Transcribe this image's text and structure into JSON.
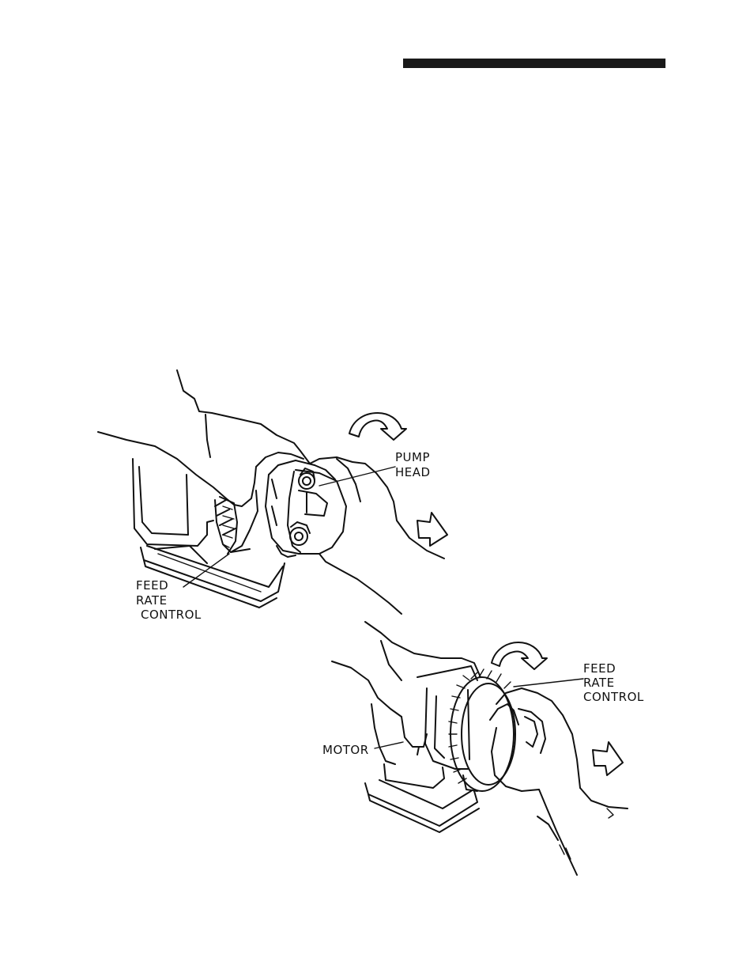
{
  "colors": {
    "ink": "#111111",
    "paper": "#ffffff",
    "rule": "#1a1a1a"
  },
  "figure": {
    "top_illustration": {
      "labels": {
        "pump_head_line1": "PUMP",
        "pump_head_line2": "HEAD",
        "feed_rate_line1": "FEED",
        "feed_rate_line2": "RATE",
        "feed_rate_line3": "CONTROL"
      },
      "icons": [
        "rotate-arrow-icon",
        "pull-arrow-icon"
      ]
    },
    "bottom_illustration": {
      "labels": {
        "feed_rate_line1": "FEED",
        "feed_rate_line2": "RATE",
        "feed_rate_line3": "CONTROL",
        "motor": "MOTOR"
      },
      "icons": [
        "rotate-arrow-icon",
        "pull-arrow-icon"
      ]
    }
  }
}
